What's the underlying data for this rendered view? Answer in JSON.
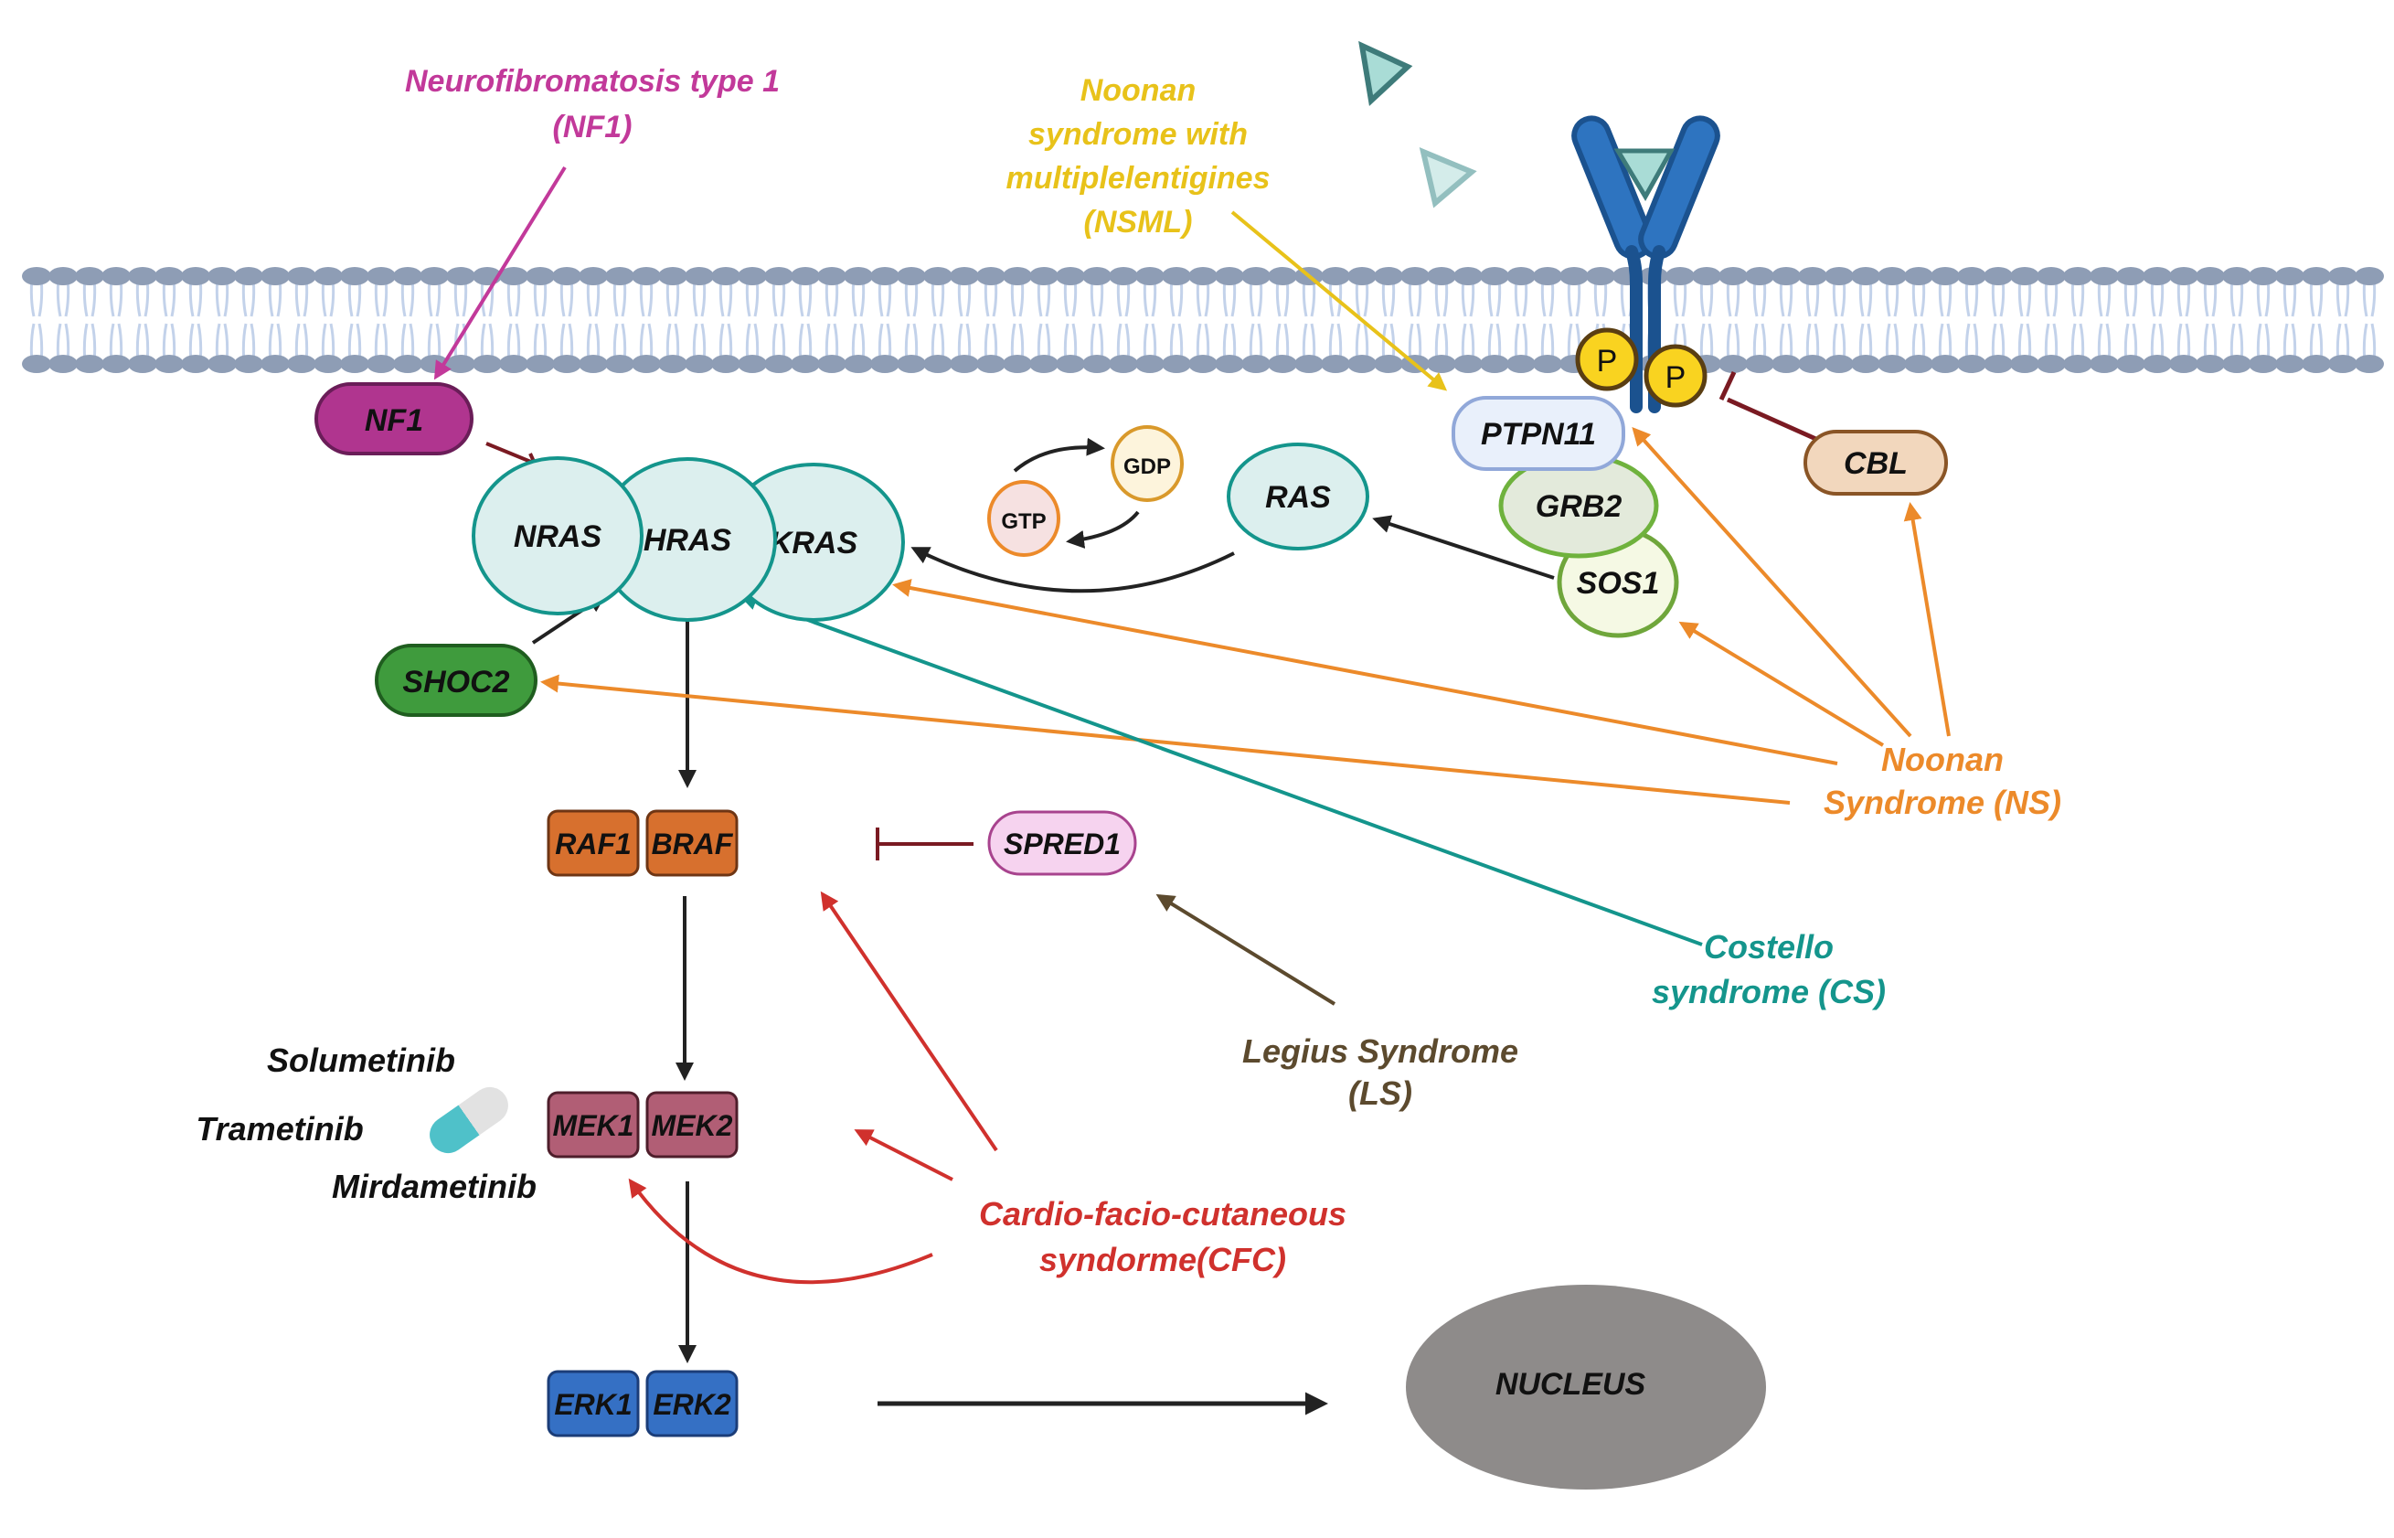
{
  "title": "RAS/MAPK pathway and RASopathies",
  "colors": {
    "nf1": "#c2399a",
    "nsml": "#e8c21a",
    "noonan": "#ec8a2a",
    "costello": "#14958c",
    "legius": "#5c4a2e",
    "cfc": "#d0312d",
    "inhibit": "#7a1a22",
    "black": "#222222",
    "membrane_head": "#8e9db5",
    "membrane_tail": "#c3d2ea",
    "receptor": "#2e74c0",
    "receptor_stroke": "#1b528f",
    "phospho": "#f9d320",
    "nucleus": "#8e8b8a"
  },
  "syndromes": {
    "nf1": {
      "line1": "Neurofibromatosis type 1",
      "line2": "(NF1)"
    },
    "nsml": {
      "line1": "Noonan",
      "line2": "syndrome with",
      "line3": "multiplelentigines",
      "line4": "(NSML)"
    },
    "ns": {
      "line1": "Noonan",
      "line2": "Syndrome (NS)"
    },
    "cs": {
      "line1": "Costello",
      "line2": "syndrome (CS)"
    },
    "ls": {
      "line1": "Legius Syndrome",
      "line2": "(LS)"
    },
    "cfc": {
      "line1": "Cardio-facio-cutaneous",
      "line2": "syndorme(CFC)"
    }
  },
  "nodes": {
    "nf1": "NF1",
    "nras": "NRAS",
    "hras": "HRAS",
    "kras": "KRAS",
    "shoc2": "SHOC2",
    "gtp": "GTP",
    "gdp": "GDP",
    "ras": "RAS",
    "ptpn11": "PTPN11",
    "grb2": "GRB2",
    "sos1": "SOS1",
    "cbl": "CBL",
    "phospho": "P",
    "raf1": "RAF1",
    "braf": "BRAF",
    "spred1": "SPRED1",
    "mek1": "MEK1",
    "mek2": "MEK2",
    "erk1": "ERK1",
    "erk2": "ERK2",
    "nucleus": "NUCLEUS"
  },
  "drugs": [
    "Solumetinib",
    "Trametinib",
    "Mirdametinib"
  ],
  "icons": {
    "ligand": "ligand-triangle-icon",
    "receptor": "receptor-tyrosine-kinase-icon",
    "pill": "capsule-icon"
  }
}
